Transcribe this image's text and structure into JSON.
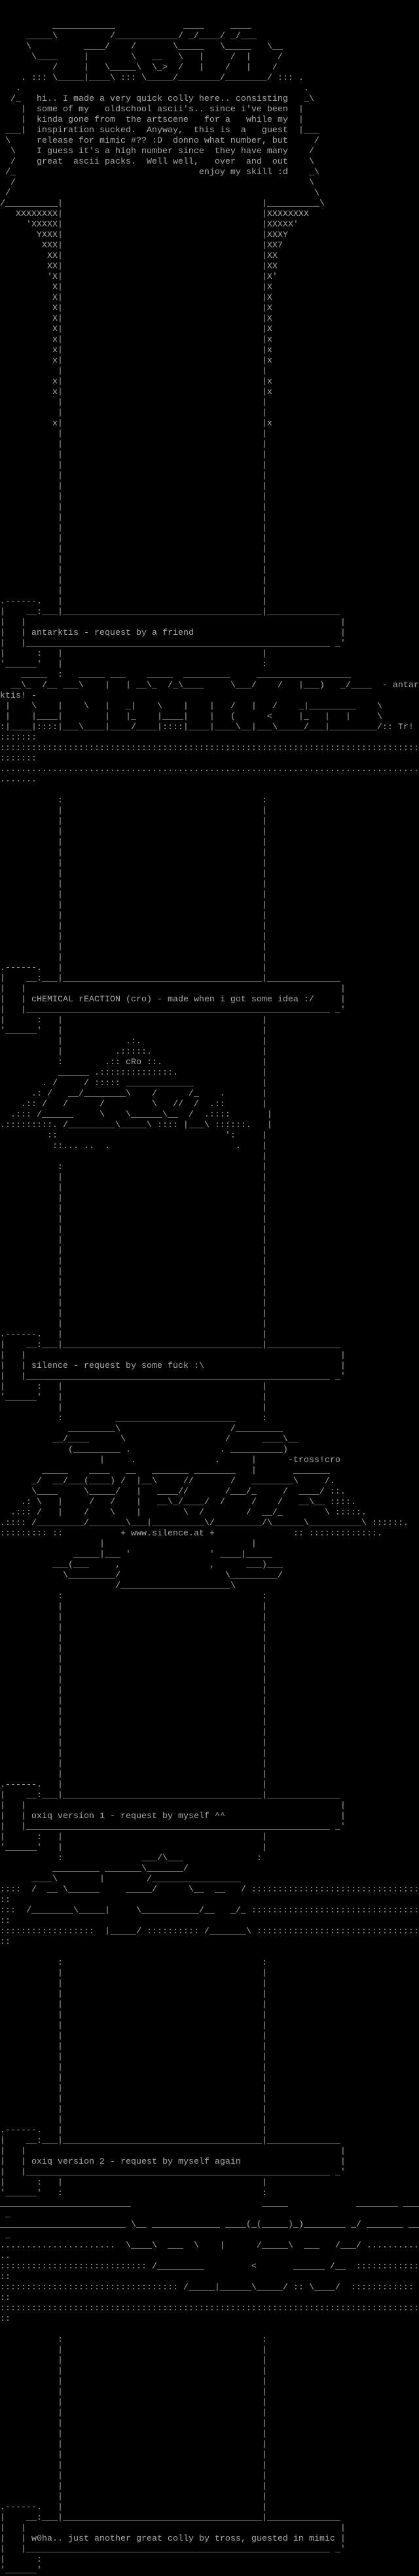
{
  "colors": {
    "background": "#000000",
    "text": "#aaaaaa"
  },
  "entries": [
    {
      "caption": "antarktis - request by a friend"
    },
    {
      "caption": "cHEMICAL rEACTION (cro) - made when i got some idea :/"
    },
    {
      "caption": "silence - request by some fuck :\\"
    },
    {
      "caption": "oxiq version 1 - request by myself ^^"
    },
    {
      "caption": "oxiq version 2 - request by myself again"
    },
    {
      "caption": "w0ha.. just another great colly by tross, guested in mimic"
    }
  ],
  "caption_frame": {
    "prefix": "|   | ",
    "suffix": "|"
  },
  "segments": [
    {
      "type": "art",
      "name": "top-blank",
      "lines": [
        "",
        ""
      ]
    },
    {
      "type": "art",
      "name": "tross-logo",
      "lines": [
        "          ____________             ____     ____",
        "     _____\\          /____________/ _/____/ _/___",
        "     \\          ____/    /       \\_____   \\_____   \\__",
        "      \\____     |        \\   __   \\   |     /  |     /",
        "          /     |   \\_____\\  \\_>  /   |    /   |    /",
        "    . ::: \\_____|____\\ ::: \\_____/________/________/ ::: .",
        "   .                                                      ."
      ]
    },
    {
      "type": "art",
      "name": "intro-text",
      "lines": [
        "  /_   hi.. I made a very quick colly here.. consisting   _\\",
        "    |  some of my   oldschool ascii's.. since i've been  |",
        "    |  kinda gone from  the artscene   for a   while my  |",
        " ___|  inspiration sucked.  Anyway,  this is  a   guest  |___",
        " \\     release for mimic #?? :D  donno what number, but     /",
        "  \\    I guess it's a high number since  they have many    /",
        "  /    great  ascii packs.  Well well,   over  and  out    \\",
        " /_                                   enjoy my skill :d    _\\",
        "  /                                                        \\",
        " /                                                          \\",
        "/__________|                                      |__________\\"
      ]
    },
    {
      "type": "art",
      "name": "pillars",
      "lines": [
        "   XXXXXXXX|                                      |XXXXXXXX",
        "     'XXXXX|                                      |XXXXX'",
        "       YXXX|                                      |XXXY",
        "        XXX|                                      |XX7",
        "         XX|                                      |XX",
        "         XX|                                      |XX",
        "         'X|                                      |X'",
        "          X|                                      |X",
        "          X|                                      |X",
        "          X|                                      |X",
        "          X|                                      |X",
        "          X|                                      |X",
        "          x|                                      |x",
        "          x|                                      |x",
        "          x|                                      |x",
        "           |                                      |",
        "          x|                                      |x",
        "          x|                                      |x",
        "           |                                      |",
        "           |                                      |",
        "          x|                                      |x"
      ]
    },
    {
      "type": "repeat",
      "name": "pillars",
      "count": 16,
      "line": "           |                                      |"
    },
    {
      "type": "art",
      "name": "entry-box-top",
      "lines": [
        ".------.   |                                      |",
        "|    __:___|______________________________________|______________",
        "|   |                                                            |"
      ]
    },
    {
      "type": "caption",
      "entry": 0
    },
    {
      "type": "art",
      "name": "entry-box-bottom",
      "lines": [
        "|   |__________________________________________________________ _'",
        "|      :   |                                      |",
        "'______'   |                                      :"
      ]
    },
    {
      "type": "art",
      "name": "antarktis-logo",
      "lines": [
        "    _____  :   _____ ___    _____  _________     __________________",
        "  __\\_  /__ ___\\    |   | __\\_  /_\\____     \\___/    /   |___)   _/____  - antar",
        "ktis! -",
        " |    \\    |    \\   |   _|    \\    |    |   /   |   /    _|_________    \\",
        " |    |____|        |   |_    |____|    |   (      <     |_   |   |     \\",
        ":|____|::::|___\\____|____/____|::::|____|____\\__|___\\_____/___|_________/:: Tr!",
        ":::::::",
        "::::::::::::::::::::::::::::::::::::::::::::::::::::::::::::::::::::::::::::::::",
        ":::::::",
        "................................................................................",
        ".......",
        "",
        "           :                                      :"
      ]
    },
    {
      "type": "repeat",
      "name": "pillars",
      "count": 15,
      "line": "           |                                      |"
    },
    {
      "type": "art",
      "name": "entry-box-top",
      "lines": [
        ".------.   |                                      |",
        "|    __:___|______________________________________|______________",
        "|   |                                                            |"
      ]
    },
    {
      "type": "caption",
      "entry": 1
    },
    {
      "type": "art",
      "name": "entry-box-bottom",
      "lines": [
        "|   |__________________________________________________________ _'",
        "|      :   |                                      |",
        "'______'   |                                      |"
      ]
    },
    {
      "type": "art",
      "name": "cro-logo",
      "lines": [
        "           |            .:.                       |",
        "           |          .:::::.                     |",
        "           :        .:: cRo ::.                   |",
        "           ______ .::::::::::::::.                |",
        "        . /     / ::::: _____________             |",
        "      .: /   __/________\\    /      /_    .       |",
        "    .:: /   /      /         \\   //  /  .::       |",
        "  .::: /______     \\    \\______\\__  /  .::::       |",
        ".:::::::::. /_________\\_____\\ :::: |___\\ ::::::.   |",
        "         ::                                ':     |",
        "          ::... ..  .                        .    |",
        "                                                  |",
        "           :                                      |"
      ]
    },
    {
      "type": "repeat",
      "name": "pillars",
      "count": 15,
      "line": "           |                                      |"
    },
    {
      "type": "art",
      "name": "entry-box-top",
      "lines": [
        ".------.   |                                      |",
        "|    __:___|______________________________________|______________",
        "|   |                                                            |"
      ]
    },
    {
      "type": "caption",
      "entry": 2
    },
    {
      "type": "art",
      "name": "entry-box-bottom",
      "lines": [
        "|   |__________________________________________________________ _'",
        "|      :   |                                      |",
        "'______'   |                                      |"
      ]
    },
    {
      "type": "art",
      "name": "silence-logo",
      "lines": [
        "           |                                      |",
        "           :          _______________________     :",
        "             _________\\                     /_________",
        "          __/____      \\                   /      ____\\__",
        "             (_________ .                 . __________)",
        "                   |     .               .      |      -tross!cro",
        "        _____    ____   __   _______ ________   |       _______",
        "      _/  __/___(____) /  |__\\     //       /   ________\\     /.",
        "      \\____     \\_____/   |   ____//       /___/_     /  ____/ ::.",
        "    .: \\   |     /   /    |   __\\_/____/  /     /    /   __\\__ ::::.",
        "  .::: /   |    /    \\    |        \\  /        /  __/_        \\ :::::.",
        ".:::: /_________/_______\\___|__________\\/_________/\\______\\__________\\ ::::::.",
        "::::::::: ::           + www.silence.at +               :: :::::::::::::.",
        "                   |                            |",
        "              _____|___ '               ' ____|_____",
        "          ___(___     ,                 ,      ___)___",
        "            \\_________/                    \\_________/",
        "                      /_____________________\\",
        "           :                                      :"
      ]
    },
    {
      "type": "repeat",
      "name": "pillars",
      "count": 17,
      "line": "           |                                      |"
    },
    {
      "type": "art",
      "name": "entry-box-top",
      "lines": [
        ".------.   |                                      |",
        "|    __:___|______________________________________|______________",
        "|   |                                                            |"
      ]
    },
    {
      "type": "caption",
      "entry": 3
    },
    {
      "type": "art",
      "name": "entry-box-bottom",
      "lines": [
        "|   |__________________________________________________________ _'",
        "|      :   |                                      |",
        "'______'   |                                      |"
      ]
    },
    {
      "type": "art",
      "name": "oxiq-v1-logo",
      "lines": [
        "           :               ___/\\___              :",
        "          _________ _______\\_______/",
        "      ____\\        |        /_________________",
        "::::  /  __ \\______     _____/      \\__  __   / :::::::::::::::::::::::::::::::::",
        "::",
        ":::  /________\\_____|     \\___________/__   _/_ :::::::::::::::::::::::::::::::::",
        "::",
        "::::::::::::::::::  |_____/ :::::::::: /_______\\ ::::::::::::::::::::::::::::::::",
        "::",
        "",
        "           :                                      :"
      ]
    },
    {
      "type": "repeat",
      "name": "pillars",
      "count": 15,
      "line": "           |                                      |"
    },
    {
      "type": "art",
      "name": "entry-box-top",
      "lines": [
        ".------.   |                                      |",
        "|    __:___|______________________________________|______________",
        "|   |                                                            |"
      ]
    },
    {
      "type": "caption",
      "entry": 4
    },
    {
      "type": "art",
      "name": "entry-box-bottom",
      "lines": [
        "|   |__________________________________________________________ _'",
        "|      :   |                                      |",
        "'______'   :                                      :"
      ]
    },
    {
      "type": "art",
      "name": "oxiq-v2-logo",
      "lines": [
        "_________________________                         _____             ________ ___",
        " _",
        "________________________ \\__ _____________ ____(_(_____)_)________ _/ _______ __",
        " _",
        "......................  \\____\\  ___  \\    |      /_____\\  ___   /___/ ..........",
        "..",
        ":::::::::::::::::::::::::::: /_________         <       ______ /__  :::::::::::::",
        "::",
        ":::::::::::::::::::::::::::::::::: /_____|______\\_____/ :: \\____/  ::::::::::::",
        "::",
        "::::::::::::::::::::::::::::::::::::::::::::::::::::::::::::::::::::::::::::::::",
        "::",
        "",
        "           :                                      :"
      ]
    },
    {
      "type": "repeat",
      "name": "pillars",
      "count": 15,
      "line": "           |                                      |"
    },
    {
      "type": "art",
      "name": "entry-box-top",
      "lines": [
        ".------.   |                                      |",
        "|    __:___|______________________________________|______________",
        "|   |                                                            |"
      ]
    },
    {
      "type": "caption",
      "entry": 5
    },
    {
      "type": "art",
      "name": "entry-box-bottom",
      "lines": [
        "|   |__________________________________________________________ _'",
        "|      :",
        "'______'"
      ]
    }
  ]
}
